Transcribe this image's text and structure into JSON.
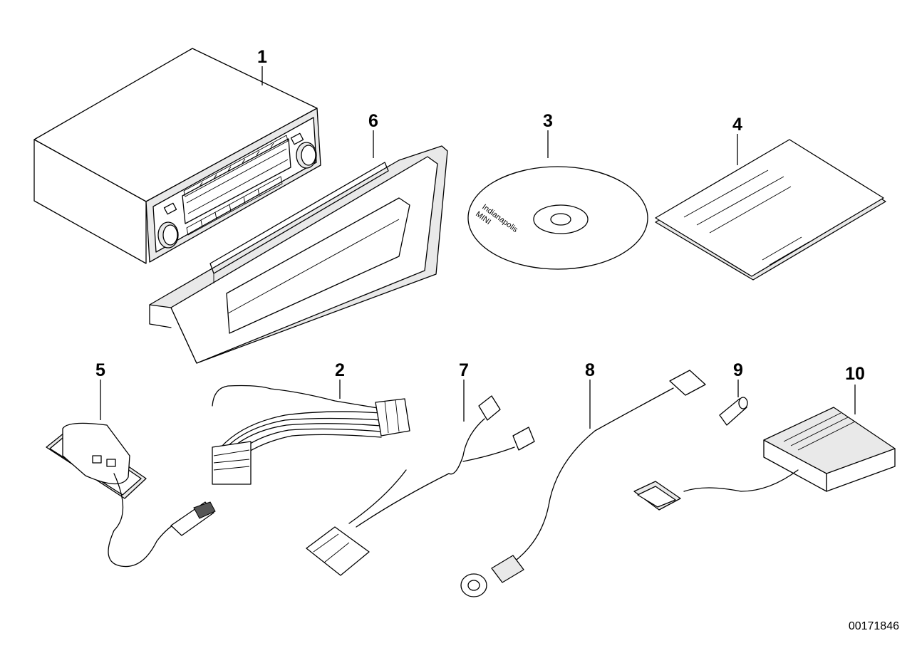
{
  "diagram": {
    "parts": [
      {
        "number": "1"
      },
      {
        "number": "6"
      },
      {
        "number": "3"
      },
      {
        "number": "4"
      },
      {
        "number": "5"
      },
      {
        "number": "2"
      },
      {
        "number": "7"
      },
      {
        "number": "8"
      },
      {
        "number": "9"
      },
      {
        "number": "10"
      }
    ],
    "disc_label": {
      "line1": "MINI",
      "line2": "Indianapolis"
    },
    "document_id": "00171846"
  }
}
